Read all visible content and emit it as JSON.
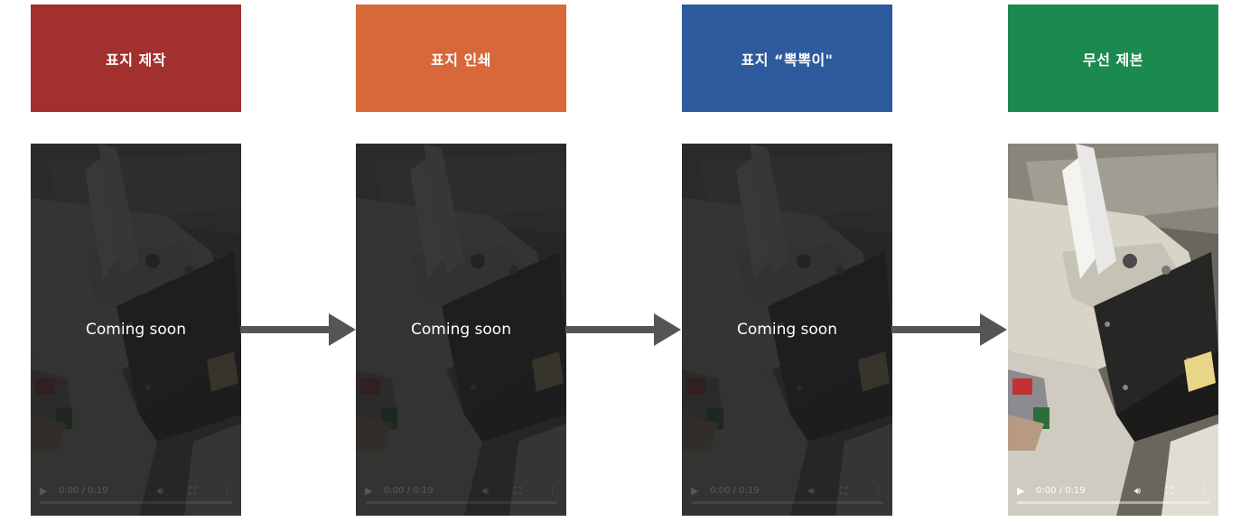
{
  "steps": [
    {
      "label": "표지 제작",
      "color": "#A1302E"
    },
    {
      "label": "표지 인쇄",
      "color": "#D8673A"
    },
    {
      "label": "표지 “뽁뽁이\"",
      "color": "#2E5A9E"
    },
    {
      "label": "무선 제본",
      "color": "#1C8A50"
    }
  ],
  "videos": [
    {
      "overlay": "Coming soon",
      "time": "0:00 / 0:19",
      "progress": 0
    },
    {
      "overlay": "Coming soon",
      "time": "0:00 / 0:19",
      "progress": 0
    },
    {
      "overlay": "Coming soon",
      "time": "0:00 / 0:19",
      "progress": 0
    },
    {
      "overlay": "",
      "time": "0:00 / 0:19",
      "progress": 0
    }
  ],
  "icons": {
    "play": "play-icon",
    "volume": "volume-icon",
    "fullscreen": "fullscreen-icon",
    "more": "more-options-icon",
    "arrow": "right-arrow-icon"
  },
  "colors": {
    "arrow": "#555555",
    "overlay": "#1e1e1e"
  }
}
